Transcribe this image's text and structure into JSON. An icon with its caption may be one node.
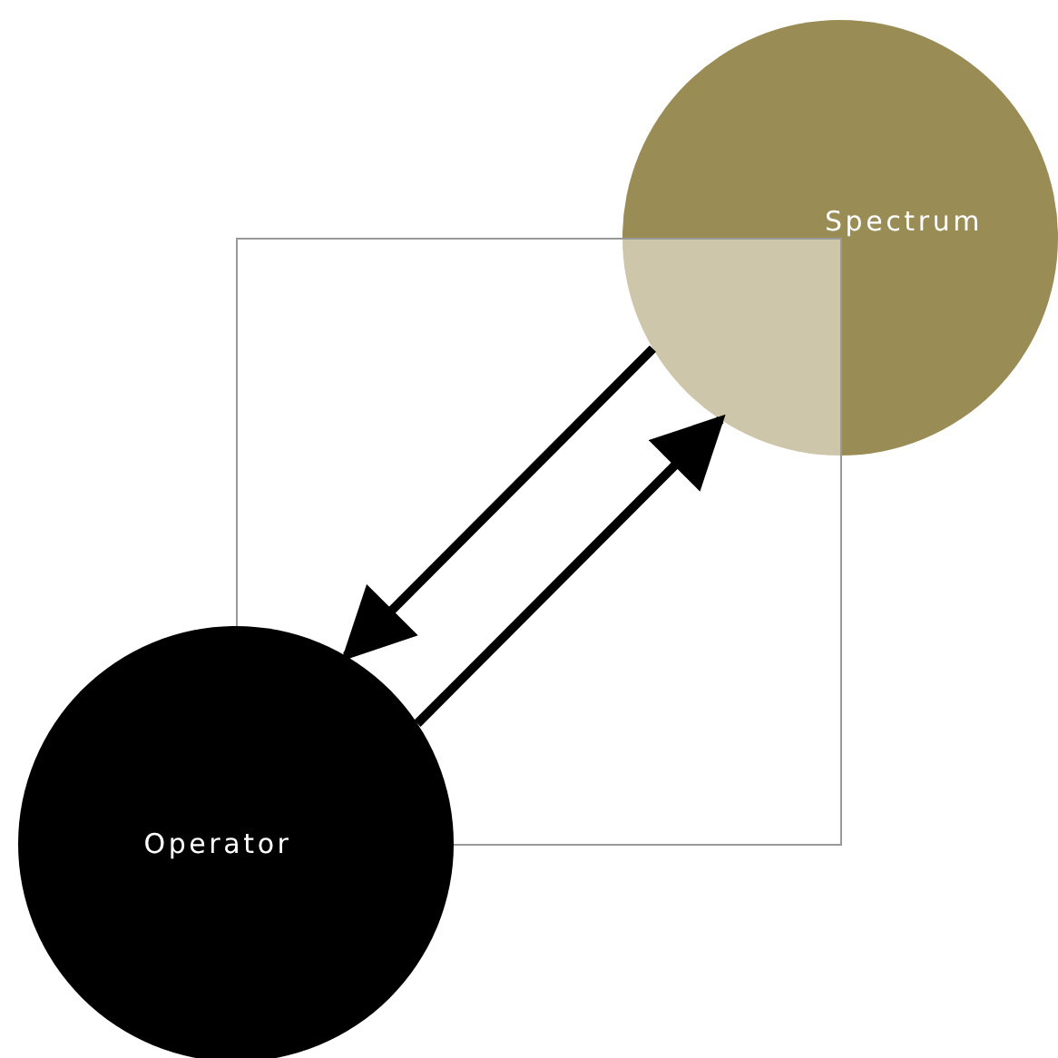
{
  "diagram": {
    "nodes": [
      {
        "text": [
          "Spectrum"
        ]
      },
      {
        "text": [
          "Operator"
        ]
      }
    ],
    "edges": [
      {
        "from": 0,
        "to": 1,
        "arrow": "to"
      },
      {
        "from": 1,
        "to": 0,
        "arrow": "to"
      }
    ]
  }
}
